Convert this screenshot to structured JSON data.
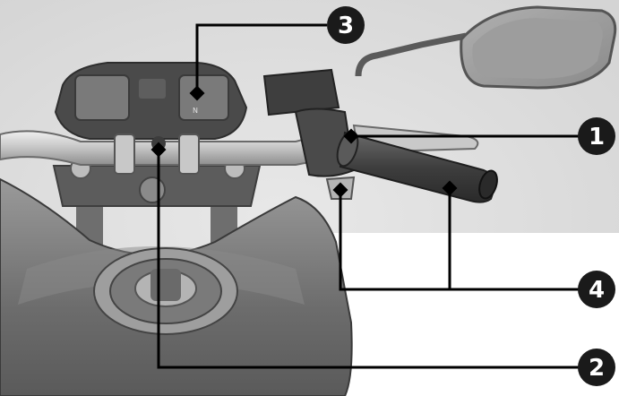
{
  "callouts": [
    {
      "label": "1"
    },
    {
      "label": "2"
    },
    {
      "label": "3"
    },
    {
      "label": "4"
    }
  ],
  "gauge": {
    "indicator": "N"
  }
}
